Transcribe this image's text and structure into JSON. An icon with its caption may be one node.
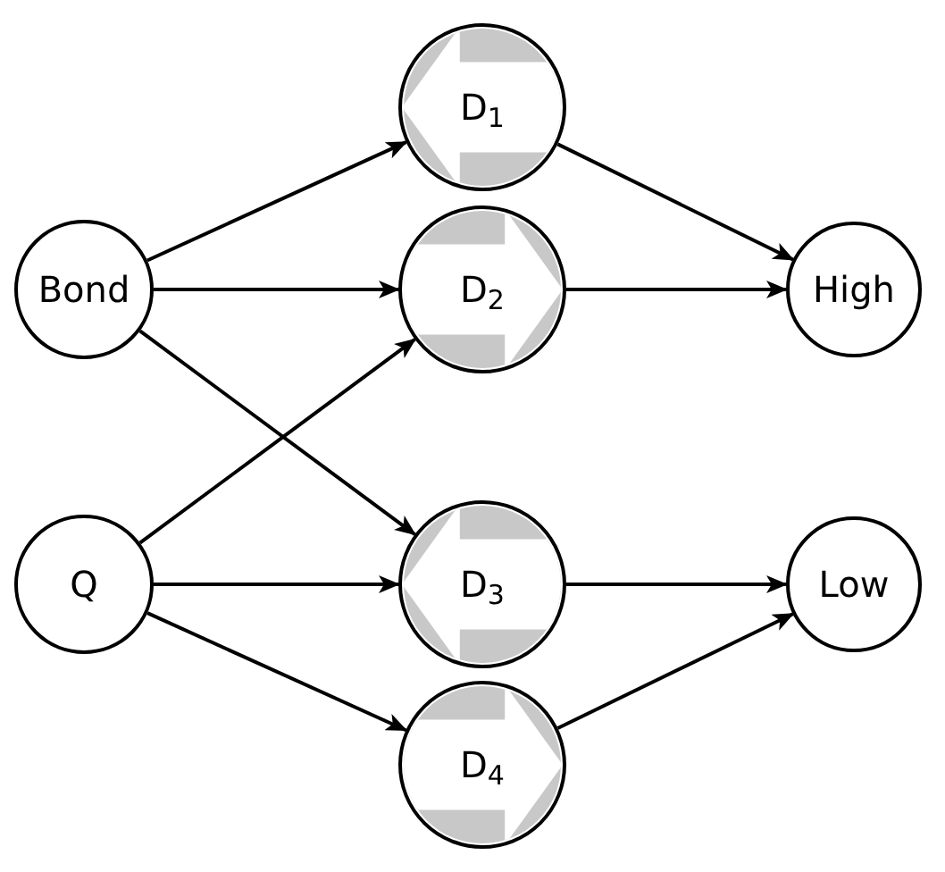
{
  "diagram": {
    "nodes": [
      {
        "text": [
          "Bond"
        ]
      },
      {
        "text": [
          "Q"
        ]
      },
      {
        "text": [
          "D$_{1}$"
        ]
      },
      {
        "text": [
          "D$_{2}$"
        ]
      },
      {
        "text": [
          "D$_{3}$"
        ]
      },
      {
        "text": [
          "D$_{4}$"
        ]
      },
      {
        "text": [
          "High"
        ]
      },
      {
        "text": [
          "Low"
        ]
      }
    ],
    "edges": [
      {
        "from": 0,
        "to": 2,
        "arrow": "to"
      },
      {
        "from": 0,
        "to": 3,
        "arrow": "to"
      },
      {
        "from": 0,
        "to": 4,
        "arrow": "to"
      },
      {
        "from": 1,
        "to": 3,
        "arrow": "to"
      },
      {
        "from": 1,
        "to": 4,
        "arrow": "to"
      },
      {
        "from": 1,
        "to": 5,
        "arrow": "to"
      },
      {
        "from": 2,
        "to": 6,
        "arrow": "to"
      },
      {
        "from": 3,
        "to": 6,
        "arrow": "to"
      },
      {
        "from": 4,
        "to": 7,
        "arrow": "to"
      },
      {
        "from": 5,
        "to": 7,
        "arrow": "to"
      }
    ]
  }
}
